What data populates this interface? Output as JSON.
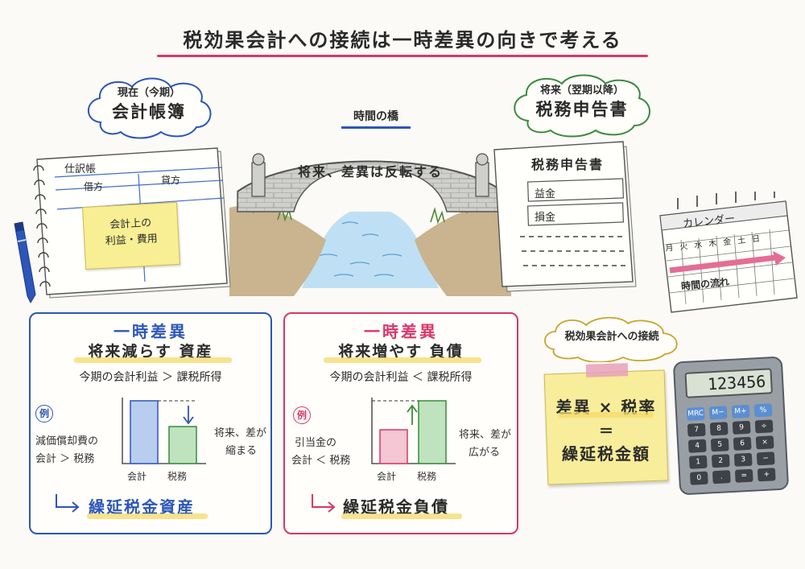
{
  "title": "税効果会計への接続は一時差異の向きで考える",
  "left_cloud": {
    "sub": "現在（今期）",
    "main": "会計帳簿"
  },
  "right_cloud": {
    "sub": "将来（翌期以降）",
    "main": "税務申告書"
  },
  "bridge": {
    "label": "時間の橋",
    "arch_text": "将来、差異は反転する"
  },
  "journal": {
    "title": "仕訳帳",
    "debit": "借方",
    "credit": "貸方",
    "note": "会計上の\n利益・費用"
  },
  "tax_return": {
    "title": "税務申告書",
    "row1": "益金",
    "row2": "損金"
  },
  "calendar": {
    "title": "カレンダー",
    "days": [
      "月",
      "火",
      "水",
      "木",
      "金",
      "土",
      "日"
    ],
    "flow": "時間の流れ"
  },
  "asset_card": {
    "head1": "一時差異",
    "head2": "将来減らす 資産",
    "equation": "今期の会計利益 ＞ 課税所得",
    "example_badge": "例",
    "example_text1": "減価償却費の",
    "example_text2": "会計 ＞ 税務",
    "side_note1": "将来、差が",
    "side_note2": "縮まる",
    "bar_labels": [
      "会計",
      "税務"
    ],
    "result": "繰延税金資産"
  },
  "liability_card": {
    "head1": "一時差異",
    "head2": "将来増やす 負債",
    "equation": "今期の会計利益 ＜ 課税所得",
    "example_badge": "例",
    "example_text1": "引当金の",
    "example_text2": "会計 ＜ 税務",
    "side_note1": "将来、差が",
    "side_note2": "広がる",
    "bar_labels": [
      "会計",
      "税務"
    ],
    "result": "繰延税金負債"
  },
  "connection": {
    "label": "税効果会計への接続",
    "line1": "差異 × 税率",
    "line2": "＝",
    "line3": "繰延税金額"
  },
  "calculator": {
    "display": "123456",
    "keys": [
      "MRC",
      "M−",
      "M+",
      "%",
      "7",
      "8",
      "9",
      "÷",
      "4",
      "5",
      "6",
      "×",
      "1",
      "2",
      "3",
      "−",
      "0",
      ".",
      "=",
      "+"
    ]
  },
  "colors": {
    "blue": "#2c56b8",
    "pink": "#d9366b",
    "green": "#3a8a3a",
    "yellow": "#f4d96a"
  }
}
